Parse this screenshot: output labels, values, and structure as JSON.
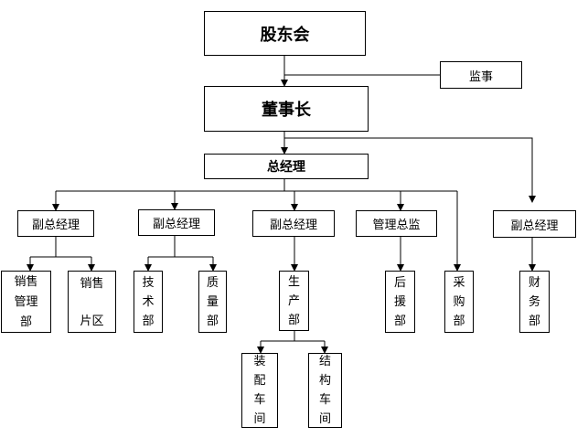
{
  "nodes": {
    "shareholders": "股东会",
    "supervisor": "监事",
    "chairman": "董事长",
    "gm": "总经理",
    "vp1": "副总经理",
    "vp2": "副总经理",
    "vp3": "副总经理",
    "mgmt_director": "管理总监",
    "vp5": "副总经理",
    "sales_mgmt": [
      "销",
      "售",
      "管",
      "理",
      "部"
    ],
    "sales_region": [
      "销",
      "售",
      "片",
      "区"
    ],
    "tech_dept": [
      "技",
      "术",
      "部"
    ],
    "quality_dept": [
      "质",
      "量",
      "部"
    ],
    "production_dept": [
      "生",
      "产",
      "部"
    ],
    "support_dept": [
      "后",
      "援",
      "部"
    ],
    "purchase_dept": [
      "采",
      "购",
      "部"
    ],
    "finance_dept": [
      "财",
      "务",
      "部"
    ],
    "assembly_workshop": [
      "装",
      "配",
      "车",
      "间"
    ],
    "structure_workshop": [
      "结",
      "构",
      "车",
      "间"
    ]
  }
}
